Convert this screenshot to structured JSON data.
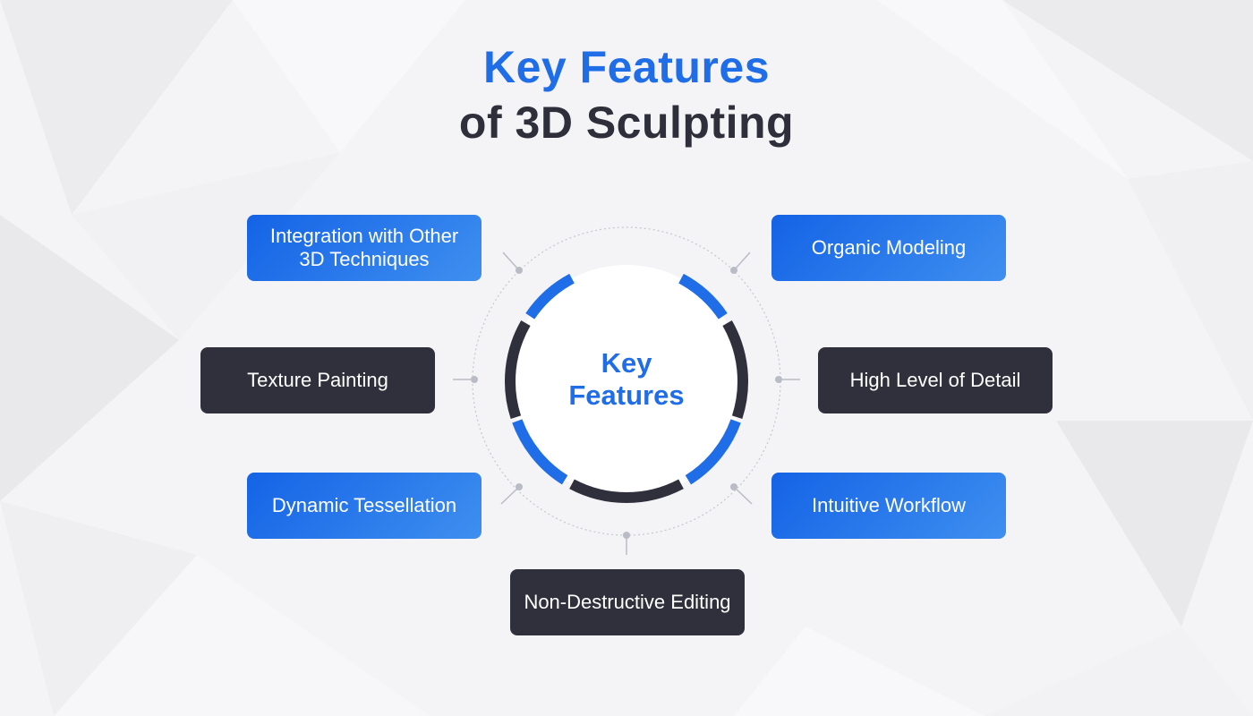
{
  "title": {
    "line1": "Key Features",
    "line2": "of 3D Sculpting"
  },
  "center": {
    "line1": "Key",
    "line2": "Features"
  },
  "features": [
    {
      "label": "Integration with Other 3D Techniques",
      "style": "blue"
    },
    {
      "label": "Organic Modeling",
      "style": "blue"
    },
    {
      "label": "Texture Painting",
      "style": "dark"
    },
    {
      "label": "High Level of Detail",
      "style": "dark"
    },
    {
      "label": "Dynamic Tessellation",
      "style": "blue"
    },
    {
      "label": "Intuitive Workflow",
      "style": "blue"
    },
    {
      "label": "Non-Destructive Editing",
      "style": "dark"
    }
  ],
  "colors": {
    "accent_blue": "#1f6ee8",
    "dark": "#30303c",
    "connector": "#b9bcc4",
    "background": "#f4f4f6"
  }
}
